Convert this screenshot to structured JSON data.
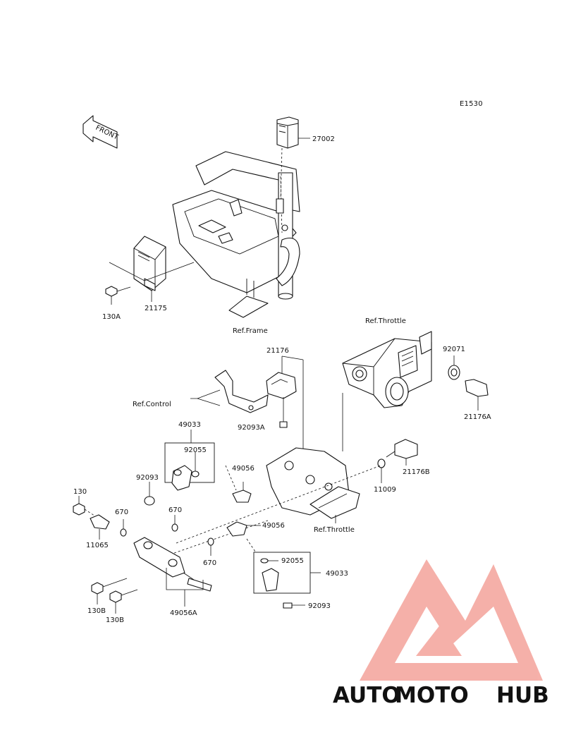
{
  "diagram_code": "E1530",
  "front_arrow_text": "FRONT",
  "refs": {
    "frame": "Ref.Frame",
    "throttle_top": "Ref.Throttle",
    "control": "Ref.Control",
    "throttle_bottom": "Ref.Throttle"
  },
  "parts": {
    "p27002": "27002",
    "p130A": "130A",
    "p21175": "21175",
    "p21176": "21176",
    "p92071": "92071",
    "p21176A": "21176A",
    "p92093A": "92093A",
    "p49033_top": "49033",
    "p92055_top": "92055",
    "p92093_top": "92093",
    "p49056_top": "49056",
    "p21176B": "21176B",
    "p11009": "11009",
    "p130": "130",
    "p670_left": "670",
    "p670_mid": "670",
    "p11065": "11065",
    "p49056_mid": "49056",
    "p670_low": "670",
    "p92055_low": "92055",
    "p49033_low": "49033",
    "p130B_a": "130B",
    "p130B_b": "130B",
    "p49056A": "49056A",
    "p92093_low": "92093"
  },
  "watermark": {
    "auto": "AUTO",
    "moto": "MOTO",
    "hub": "HUB",
    "color_auto": "#f6c98c",
    "color_moto": "#f2948a",
    "color_hub": "#8a8a8a",
    "color_logo": "#f08a80"
  }
}
